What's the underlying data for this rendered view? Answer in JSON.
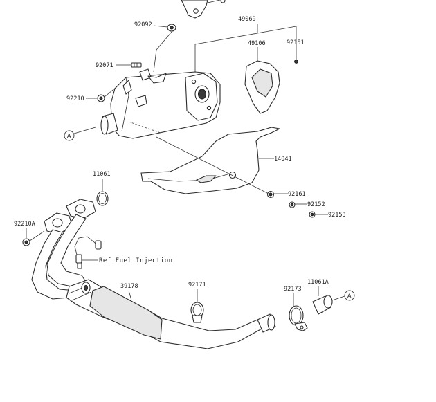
{
  "labels": {
    "p92092": "92092",
    "p49069": "49069",
    "p49106": "49106",
    "p92151": "92151",
    "p92071": "92071",
    "p92210": "92210",
    "p14041": "14041",
    "p11061": "11061",
    "p92161": "92161",
    "p92152": "92152",
    "p92153": "92153",
    "p92210A": "92210A",
    "ref_fuel": "Ref.Fuel Injection",
    "p39178": "39178",
    "p92171": "92171",
    "p92173": "92173",
    "p11061A": "11061A"
  },
  "callouts": {
    "a_left": "A",
    "a_right": "A"
  }
}
